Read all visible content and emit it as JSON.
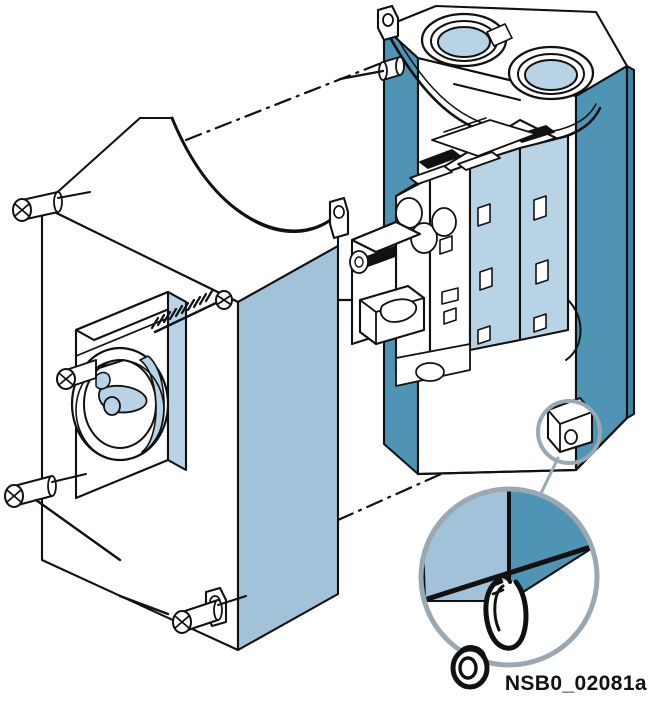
{
  "figure": {
    "caption": "NSB0_02081a",
    "kind": "exploded-assembly-line-drawing",
    "subject": "Enclosed switch-disconnector: enclosure body with internal circuit breaker and hinged front cover with rotary handle"
  },
  "colors": {
    "background": "#ffffff",
    "line": "#111111",
    "enclosure_blue": "#4f93b5",
    "enclosure_blue_dark": "#3f83a6",
    "cover_blue": "#a2c2da",
    "panel_blue_light": "#b9d3e6",
    "detail_ring": "#9aa8b2",
    "fill_white": "#ffffff",
    "shade_grey": "#e9eef2"
  },
  "parts": {
    "cover": {
      "name": "front-cover",
      "top_edge": "scalloped / concave cut-out",
      "side_face_color": "#a2c2da",
      "fastener_count": 4
    },
    "handle": {
      "name": "rotary-operating-handle",
      "plate": "square mounting plate",
      "knob": "round selector knob with slot",
      "screw": "long threaded fixing screw"
    },
    "enclosure": {
      "name": "enclosure-body",
      "top_knockouts": 2,
      "mounting_ears": 2,
      "body_color": "#4f93b5"
    },
    "breaker": {
      "name": "circuit-breaker-module",
      "poles": 3,
      "side_plates_color": "#b9d3e6"
    }
  },
  "fasteners": [
    {
      "name": "screw-top-left",
      "type": "pan-head-phillips"
    },
    {
      "name": "screw-mid-left",
      "type": "pan-head-phillips"
    },
    {
      "name": "screw-bottom-left",
      "type": "pan-head-phillips"
    },
    {
      "name": "screw-bottom",
      "type": "pan-head-phillips"
    },
    {
      "name": "screw-handle",
      "type": "long-threaded-screw"
    },
    {
      "name": "screw-enclosure-top-ear",
      "type": "pan-head-phillips"
    }
  ],
  "callouts": [
    {
      "name": "detail-source-circle",
      "target": "bottom-right mounting lug"
    },
    {
      "name": "detail-magnified-circle",
      "shows": "padlock hasp at cover corner"
    }
  ],
  "guides": [
    {
      "name": "alignment-line-top",
      "style": "dash-dot"
    },
    {
      "name": "alignment-line-bottom",
      "style": "dash-dot"
    },
    {
      "name": "alignment-line-middle",
      "style": "dash-dot"
    }
  ]
}
